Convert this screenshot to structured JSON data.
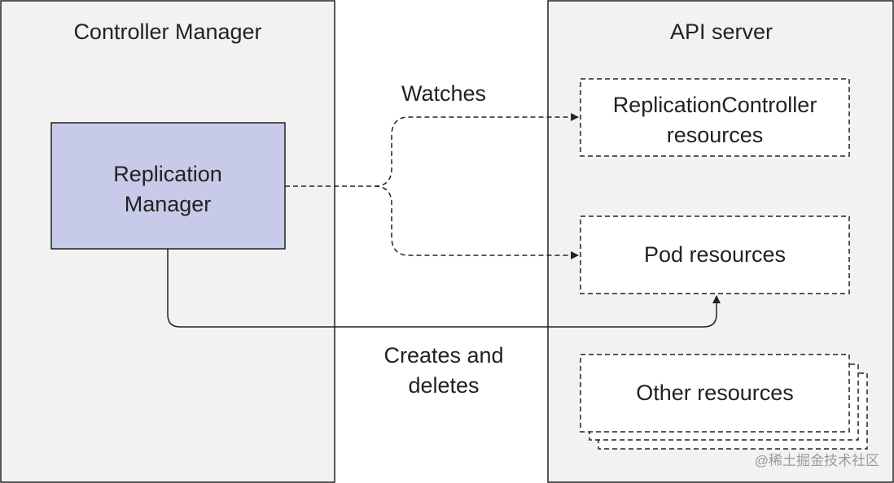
{
  "panels": {
    "controller_manager": {
      "title": "Controller Manager"
    },
    "api_server": {
      "title": "API server"
    }
  },
  "nodes": {
    "replication_manager": {
      "lines": [
        "Replication",
        "Manager"
      ],
      "fill": "#c7cbe9"
    },
    "rc_resources": {
      "lines": [
        "ReplicationController",
        "resources"
      ]
    },
    "pod_resources": {
      "lines": [
        "Pod resources"
      ]
    },
    "other_resources": {
      "lines": [
        "Other resources"
      ]
    }
  },
  "edges": {
    "watches": {
      "label": "Watches"
    },
    "creates_deletes": {
      "lines": [
        "Creates and",
        "deletes"
      ]
    }
  },
  "watermark": {
    "text": "@稀土掘金技术社区"
  },
  "colors": {
    "stroke": "#222222",
    "panel_fill": "#f2f2f2",
    "box_fill": "#ffffff",
    "watermark": "#9a9a9a"
  }
}
